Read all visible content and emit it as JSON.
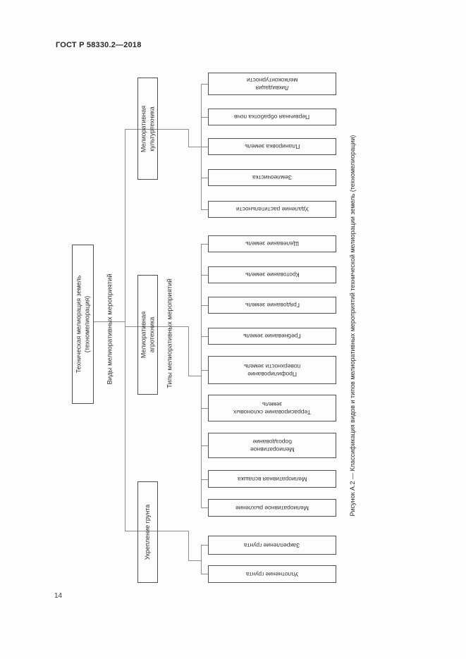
{
  "page": {
    "header": "ГОСТ Р 58330.2—2018",
    "page_number": "14"
  },
  "diagram": {
    "root": {
      "label": "Техническая мелиорация земель\n(техномелиорация)"
    },
    "axis_labels": {
      "kinds": "Виды мелиоративных мероприятий",
      "types": "Типы мелиоративных мероприятий"
    },
    "branches": [
      {
        "label": "Мелиоративная\nкультуртехника"
      },
      {
        "label": "Мелиоративная\nагротехника"
      },
      {
        "label": "Укрепление грунта"
      }
    ],
    "leaves": [
      {
        "label": "Ликвидация\nмелкоконтурности"
      },
      {
        "label": "Первичная обработка почв"
      },
      {
        "label": "Планировка земель"
      },
      {
        "label": "Землеочистка"
      },
      {
        "label": "Удаление растительности"
      },
      {
        "label": "Щелевание земель"
      },
      {
        "label": "Кротование земель"
      },
      {
        "label": "Грядование земель"
      },
      {
        "label": "Гребневание земель"
      },
      {
        "label": "Профилирование\nповерхности земель"
      },
      {
        "label": "Террасирование склоновых\nземель"
      },
      {
        "label": "Мелиоративное\nбороздование"
      },
      {
        "label": "Мелиоративная вспашка"
      },
      {
        "label": "Мелиоративное рыхление"
      },
      {
        "label": "Закрепление грунта"
      },
      {
        "label": "Уплотнение грунта"
      }
    ],
    "caption": "Рисунок А.2 — Классификация видов и типов мелиоративных мероприятий технической мелиорации земель (техномелиорации)"
  },
  "colors": {
    "connector": "#8c8c8c",
    "box_border": "#4f4f4f",
    "text": "#303030"
  }
}
